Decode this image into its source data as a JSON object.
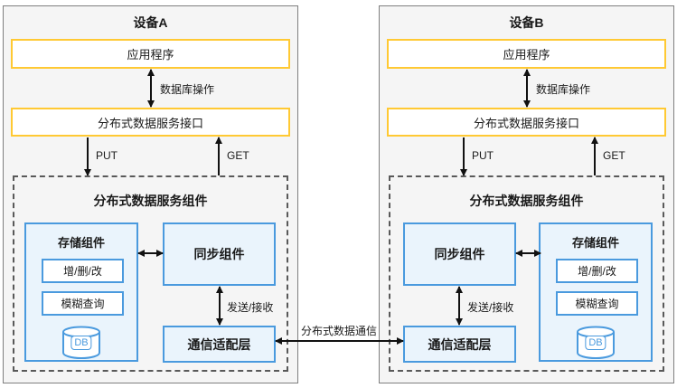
{
  "devices": {
    "a": {
      "title": "设备A",
      "app_label": "应用程序",
      "db_op_label": "数据库操作",
      "interface_label": "分布式数据服务接口",
      "put_label": "PUT",
      "get_label": "GET",
      "component_title": "分布式数据服务组件",
      "storage_title": "存储组件",
      "crud_label": "增/删/改",
      "fuzzy_label": "模糊查询",
      "db_label": "DB",
      "sync_label": "同步组件",
      "send_receive_label": "发送/接收",
      "comm_label": "通信适配层"
    },
    "b": {
      "title": "设备B",
      "app_label": "应用程序",
      "db_op_label": "数据库操作",
      "interface_label": "分布式数据服务接口",
      "put_label": "PUT",
      "get_label": "GET",
      "component_title": "分布式数据服务组件",
      "storage_title": "存储组件",
      "crud_label": "增/删/改",
      "fuzzy_label": "模糊查询",
      "db_label": "DB",
      "sync_label": "同步组件",
      "send_receive_label": "发送/接收",
      "comm_label": "通信适配层"
    }
  },
  "connection": {
    "label": "分布式数据通信"
  },
  "colors": {
    "yellow_border": "#FFC933",
    "blue_border": "#4A9ADE",
    "blue_fill": "#EAF4FC",
    "device_fill": "#F5F5F5",
    "dashed_border": "#595959",
    "arrow": "#111111"
  }
}
